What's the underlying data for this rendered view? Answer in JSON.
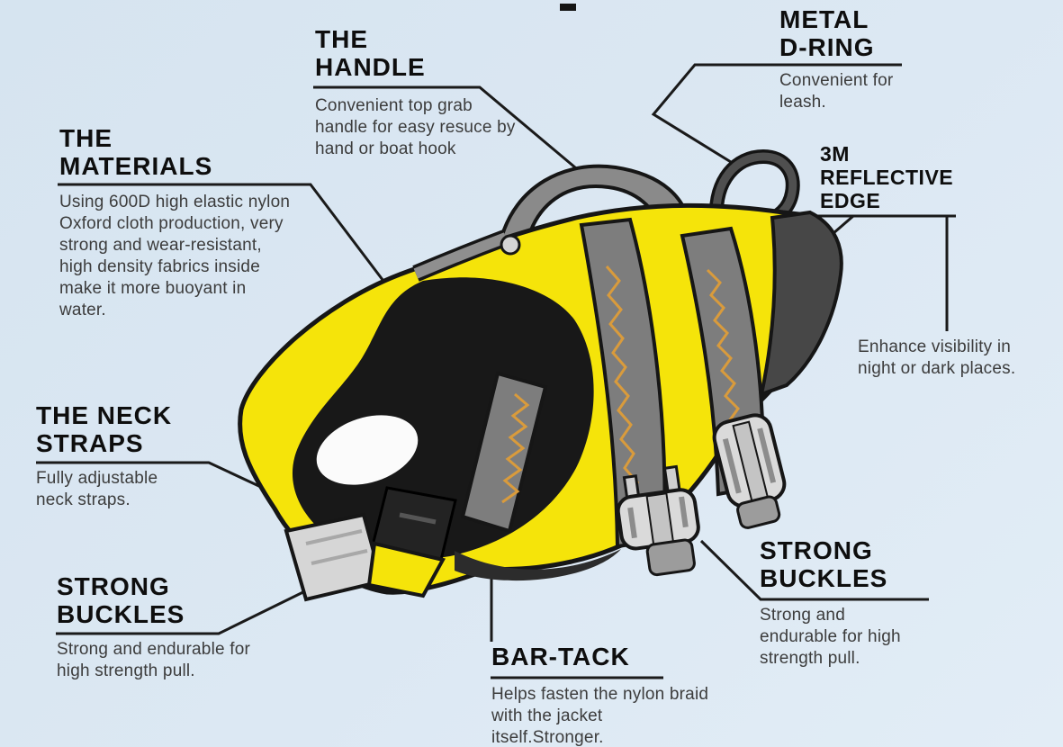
{
  "colors": {
    "background": "#d9e6f1",
    "vest_yellow": "#f5e40a",
    "strap_gray": "#7d7d7d",
    "handle_gray": "#8a8a8a",
    "buckle_light_gray": "#d9d9d9",
    "rear_flap_gray": "#474747",
    "outline_black": "#161616",
    "stitch_orange": "#d99b3c"
  },
  "illustration": {
    "subject": "Dog life jacket feature diagram"
  },
  "annotations": {
    "handle": {
      "title_line1": "THE",
      "title_line2": "HANDLE",
      "description": "Convenient top grab handle for easy resuce by hand or boat hook"
    },
    "metal_d_ring": {
      "title_line1": "METAL",
      "title_line2": "D-RING",
      "description": "Convenient for leash."
    },
    "materials": {
      "title_line1": "THE",
      "title_line2": "MATERIALS",
      "description": "Using 600D high elastic nylon Oxford cloth production, very strong and wear-resistant, high density fabrics inside make it more buoyant in water."
    },
    "reflective_edge": {
      "title_line1": "3M",
      "title_line2": "REFLECTIVE",
      "title_line3": "EDGE",
      "description": "Enhance visibility in night or dark places."
    },
    "neck_straps": {
      "title_line1": "THE NECK",
      "title_line2": "STRAPS",
      "description": "Fully adjustable neck straps."
    },
    "strong_buckles_left": {
      "title_line1": "STRONG",
      "title_line2": "BUCKLES",
      "description": "Strong and endurable for high strength pull."
    },
    "bar_tack": {
      "title": "BAR-TACK",
      "description": "Helps fasten the nylon braid with the jacket itself.Stronger."
    },
    "strong_buckles_right": {
      "title_line1": "STRONG",
      "title_line2": "BUCKLES",
      "description": "Strong and endurable for high strength pull."
    }
  }
}
